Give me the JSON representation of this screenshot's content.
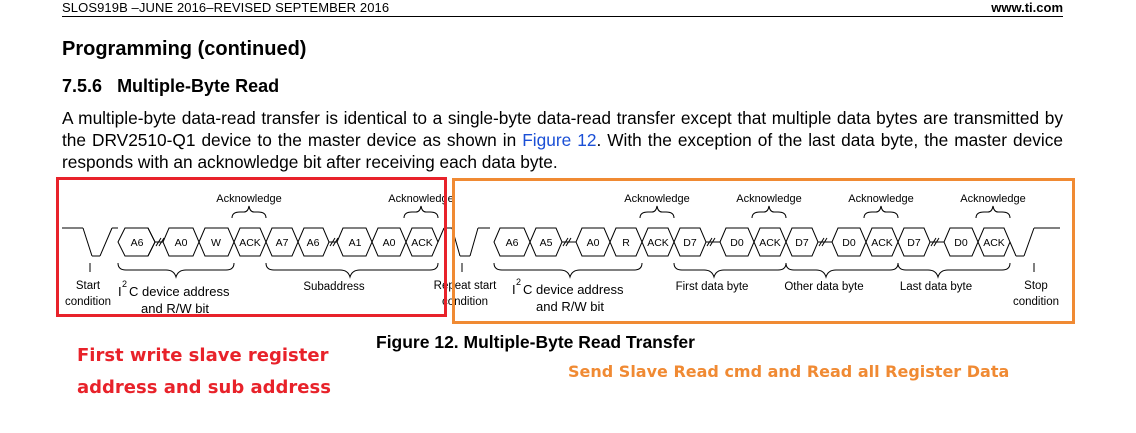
{
  "header": {
    "doc_id": "SLOS919B –JUNE 2016–REVISED SEPTEMBER 2016",
    "site": "www.ti.com"
  },
  "section_title": "Programming (continued)",
  "subsection": {
    "number": "7.5.6",
    "title": "Multiple-Byte Read"
  },
  "paragraph": {
    "part1": "A multiple-byte data-read transfer is identical to a single-byte data-read transfer except that multiple data bytes are transmitted by the DRV2510-Q1 device to the master device as shown in ",
    "link": "Figure 12",
    "part2": ". With the exception of the last data byte, the master device responds with an acknowledge bit after receiving each data byte."
  },
  "diagram": {
    "top_labels": [
      "Acknowledge",
      "Acknowledge",
      "Acknowledge",
      "Acknowledge",
      "Acknowledge",
      "Acknowledge"
    ],
    "cells": [
      "A6",
      "A0",
      "W",
      "ACK",
      "A7",
      "A6",
      "A1",
      "A0",
      "ACK",
      "A6",
      "A5",
      "A0",
      "R",
      "ACK",
      "D7",
      "D0",
      "ACK",
      "D7",
      "D0",
      "ACK",
      "D7",
      "D0",
      "ACK"
    ],
    "bottom_labels": {
      "start": [
        "Start",
        "condition"
      ],
      "addr1": [
        "I",
        "2",
        "C device address",
        "and R/W bit"
      ],
      "subaddress": "Subaddress",
      "repeat": [
        "Repeat start",
        "condition"
      ],
      "addr2": [
        "I",
        "2",
        "C device address",
        "and R/W bit"
      ],
      "first": "First data byte",
      "other": "Other data byte",
      "last": "Last data byte",
      "stop": [
        "Stop",
        "condition"
      ]
    }
  },
  "figure_caption": "Figure 12.  Multiple-Byte Read Transfer",
  "annotations": {
    "red_line1": "First write slave register",
    "red_line2": "address and sub address",
    "orange": "Send Slave Read cmd and Read all Register Data"
  },
  "colors": {
    "red": "#e8222a",
    "orange": "#f08a33",
    "link": "#1a4fd6"
  }
}
